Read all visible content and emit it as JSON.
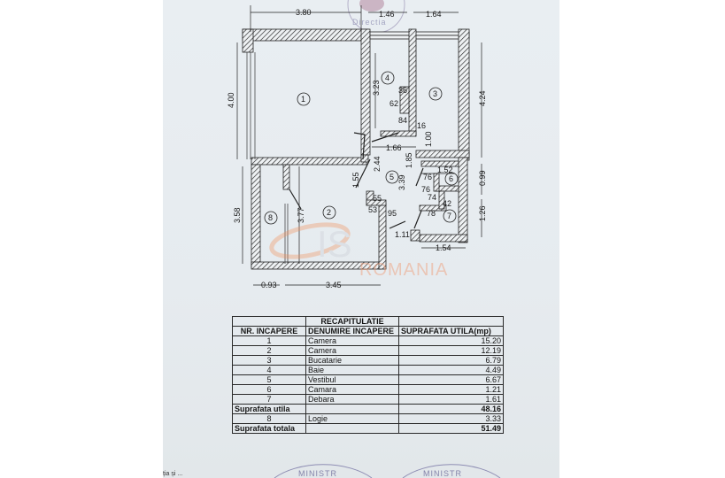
{
  "floor_plan": {
    "dimensions": {
      "top_room1": "3.80",
      "top_room4": "1.46",
      "top_room3": "1.64",
      "left_room1": "4.00",
      "right_room3": "4.24",
      "room4_height": "3.23",
      "room3_niche_top": "36",
      "room3_niche_side": "62",
      "room3_niche_bottom": "84",
      "door_16": "16",
      "hall_width": "1.66",
      "hall_1_00": "1.00",
      "hall_2_44": "2.44",
      "hall_1_85": "1.85",
      "hall_3_39": "3.39",
      "hall_1_55": "1.55",
      "hall_55": "55",
      "hall_53": "53",
      "hall_95": "95",
      "hall_1_11": "1.11",
      "room6_width": "1.52",
      "room6_76a": "76",
      "room6_76b": "76",
      "room6_74": "74",
      "room6_0_99": "0.99",
      "room7_42": "42",
      "room7_78": "78",
      "room7_1_26": "1.26",
      "room7_width": "1.54",
      "left_room8": "3.58",
      "room2_height": "3.77",
      "bottom_room8": "0.93",
      "bottom_room2": "3.45"
    },
    "room_labels": [
      "1",
      "2",
      "3",
      "4",
      "5",
      "6",
      "7",
      "8"
    ],
    "watermark": "ROMANIA",
    "watermark_logo": "IS"
  },
  "table": {
    "title": "RECAPITULATIE",
    "headers": [
      "NR. INCAPERE",
      "DENUMIRE INCAPERE",
      "SUPRAFATA UTILA(mp)"
    ],
    "rows": [
      {
        "nr": "1",
        "name": "Camera",
        "area": "15.20"
      },
      {
        "nr": "2",
        "name": "Camera",
        "area": "12.19"
      },
      {
        "nr": "3",
        "name": "Bucatarie",
        "area": "6.79"
      },
      {
        "nr": "4",
        "name": "Baie",
        "area": "4.49"
      },
      {
        "nr": "5",
        "name": "Vestibul",
        "area": "6.67"
      },
      {
        "nr": "6",
        "name": "Camara",
        "area": "1.21"
      },
      {
        "nr": "7",
        "name": "Debara",
        "area": "1.61"
      }
    ],
    "subtotal_label": "Suprafata utila",
    "subtotal_value": "48.16",
    "extra_row": {
      "nr": "8",
      "name": "Logie",
      "area": "3.33"
    },
    "total_label": "Suprafata totala",
    "total_value": "51.49"
  },
  "stamps": {
    "top_stamp_text": "Directia",
    "bottom_left_stamp": "MINISTR",
    "bottom_right_stamp": "MINISTR"
  },
  "footnote": "ția și ..."
}
